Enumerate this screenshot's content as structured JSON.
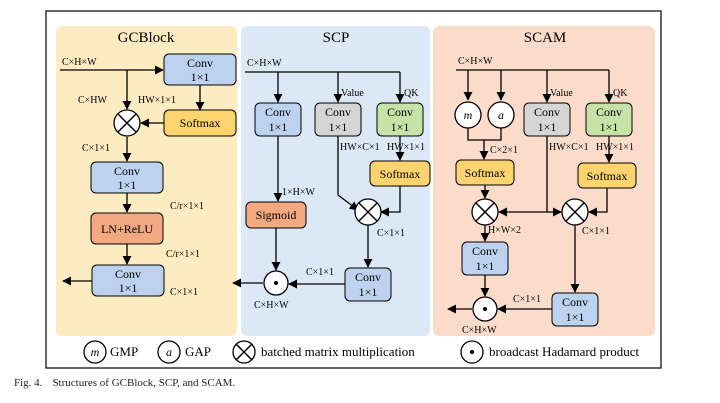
{
  "panels": {
    "gcblock": {
      "title": "GCBlock"
    },
    "scp": {
      "title": "SCP"
    },
    "scam": {
      "title": "SCAM"
    }
  },
  "blocks": {
    "conv_l1": "Conv",
    "conv_l2": "1×1",
    "softmax": "Softmax",
    "sigmoid": "Sigmoid",
    "ln_relu": "LN+ReLU"
  },
  "labels": {
    "gc_input": "C×H×W",
    "gc_hw": "C×HW",
    "gc_hw11": "HW×1×1",
    "gc_c11": "C×1×1",
    "gc_cr11_a": "C/r×1×1",
    "gc_cr11_b": "C/r×1×1",
    "gc_c11_out": "C×1×1",
    "scp_input": "C×H×W",
    "scp_value": "Value",
    "scp_qk": "QK",
    "scp_hwc11": "HW×C×1",
    "scp_hw11": "HW×1×1",
    "scp_1hw": "1×H×W",
    "scp_c11_a": "C×1×1",
    "scp_c11_b": "C×1×1",
    "scp_out": "C×H×W",
    "scam_input": "C×H×W",
    "scam_value": "Value",
    "scam_qk": "QK",
    "scam_c21": "C×2×1",
    "scam_hwc1": "HW×C×1",
    "scam_hw11": "HW×1×1",
    "scam_hw2": "H×W×2",
    "scam_c11_a": "C×1×1",
    "scam_c11_b": "C×1×1",
    "scam_out": "C×H×W"
  },
  "legend": {
    "gmp_symbol": "m",
    "gmp_label": "GMP",
    "gap_symbol": "a",
    "gap_label": "GAP",
    "bmm_label": "batched matrix multiplication",
    "hadamard_label": "broadcast Hadamard product"
  },
  "caption": {
    "fig_label": "Fig. 4.",
    "text": "Structures of GCBlock, SCP, and SCAM."
  },
  "colors": {
    "gcblock_bg": "#fdebc2",
    "scp_bg": "#dce8f5",
    "scam_bg": "#fbdccb",
    "conv_blue": "#bcd2ee",
    "conv_gray": "#d5d5d5",
    "conv_green": "#c5e3a6",
    "softmax": "#fcd36e",
    "ln_relu": "#f2a982",
    "sigmoid": "#f2a982"
  }
}
